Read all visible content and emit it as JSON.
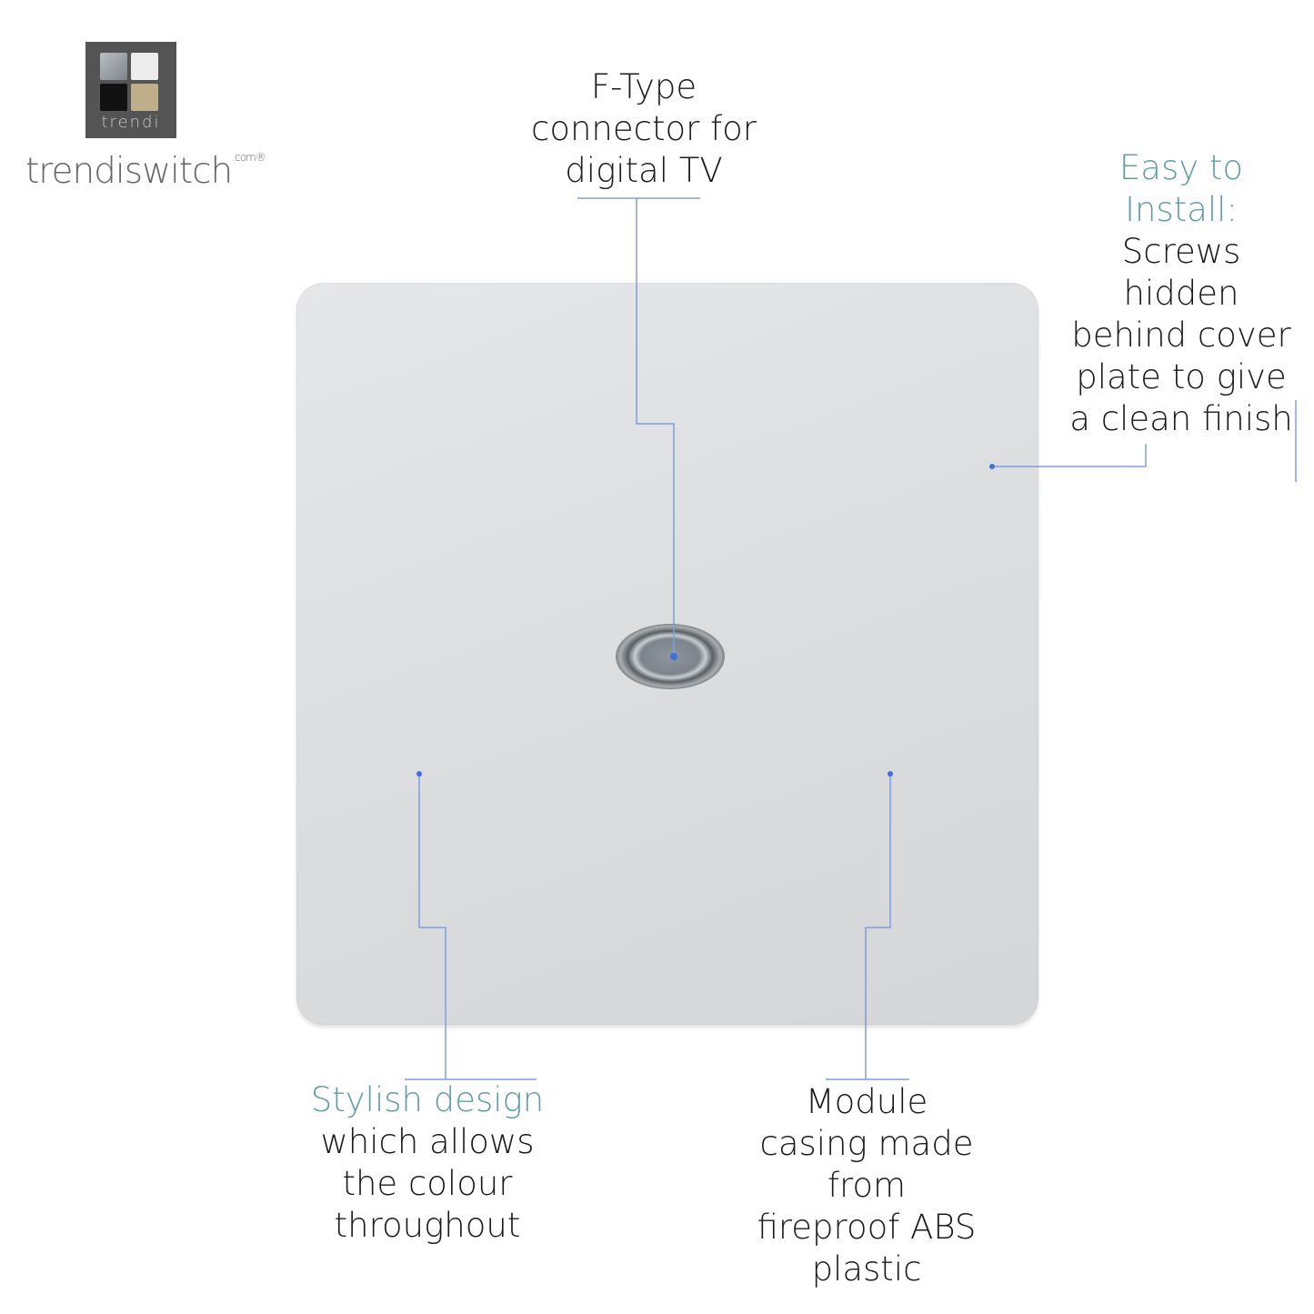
{
  "logo": {
    "box_text": "trendi",
    "wordmark": "trendiswitch",
    "wordmark_suffix": ".com®"
  },
  "callouts": {
    "top": {
      "lines": [
        "F-Type",
        "connector for",
        "digital TV"
      ]
    },
    "right": {
      "heading": [
        "Easy to",
        "Install:"
      ],
      "lines": [
        "Screws",
        "hidden",
        "behind cover",
        "plate to give",
        "a clean finish"
      ]
    },
    "bottom_left": {
      "heading": "Stylish design",
      "lines": [
        "which allows",
        "the colour",
        "throughout"
      ]
    },
    "bottom_right": {
      "lines": [
        "Module",
        "casing made",
        "from",
        "fireproof ABS",
        "plastic"
      ]
    }
  },
  "colors": {
    "accent_teal": "#5f9ea6",
    "leader_line": "#7b9fe0",
    "plate": "#dcdee0"
  }
}
